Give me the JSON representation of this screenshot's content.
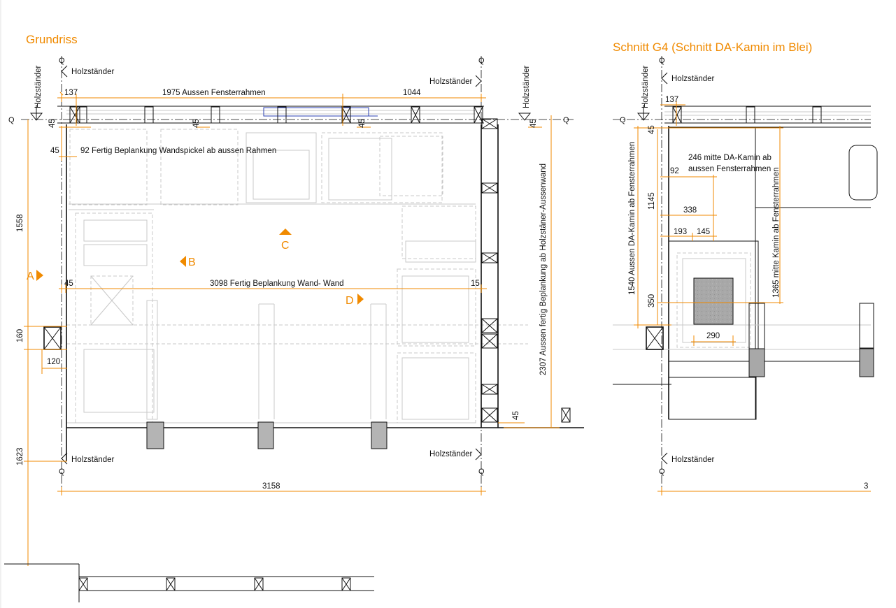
{
  "plan": {
    "title": "Grundriss",
    "holz": "Holzständer",
    "axis_q": "Q",
    "markers": {
      "a": "A",
      "b": "B",
      "c": "C",
      "d": "D"
    },
    "dims": {
      "d137": "137",
      "d1975": "1975 Aussen Fensterrahmen",
      "d1044": "1044",
      "d45a": "45",
      "d45b": "45",
      "d45c": "45",
      "d45d": "45",
      "d45e": "45",
      "d92": "92 Fertig Beplankung Wandspickel ab aussen Rahmen",
      "d1558": "1558",
      "d45f": "45",
      "d3098": "3098 Fertig Beplankung Wand- Wand",
      "d15": "15",
      "d160": "160",
      "d120": "120",
      "d2307": "2307 Aussen fertig Beplankung ab Holzstäner-Aussenwand",
      "d45g": "45",
      "d1623": "1623",
      "d3158": "3158"
    }
  },
  "section": {
    "title": "Schnitt G4 (Schnitt DA-Kamin im Blei)",
    "holz": "Holzständer",
    "axis_q": "Q",
    "dims": {
      "d137": "137",
      "d45": "45",
      "d246a": "246 mitte DA-Kamin ab",
      "d246b": "aussen Fensterrahmen",
      "d92": "92",
      "d1540": "1540 Aussen DA-Kamin ab Fensterrahmen",
      "d1145": "1145",
      "d1365": "1365 mitte Kamin ab Fensterrahmen",
      "d338": "338",
      "d193": "193",
      "d145": "145",
      "d350": "350",
      "d290": "290",
      "d3": "3"
    }
  },
  "colors": {
    "accent": "#f08a00",
    "line": "#111111",
    "light": "#c8c8c8",
    "window": "#2a3fb0",
    "post": "#b4b4b4",
    "chimney": "#a8a8a8"
  }
}
